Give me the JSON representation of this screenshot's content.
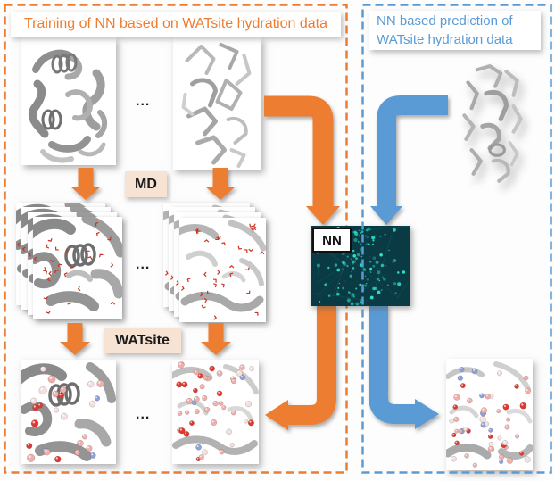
{
  "diagram": {
    "training_panel": {
      "title": "Training of NN based on WATsite hydration data",
      "md_label": "MD",
      "watsite_label": "WATsite",
      "ellipsis": "..."
    },
    "prediction_panel": {
      "title": "NN based prediction of WATsite hydration data"
    },
    "nn_label": "NN",
    "colors": {
      "orange": "#ED7D31",
      "blue": "#5B9BD5",
      "step_label_bg": "#F6E3D4",
      "nn_background": "#0A3B45",
      "nn_accent": "#2FE3C9",
      "water_red": "#CC3322",
      "site_red": "#E03A30",
      "site_pink": "#F0AFAA",
      "site_pale": "#F4DFDC",
      "site_blue": "#8F9FDB"
    }
  }
}
